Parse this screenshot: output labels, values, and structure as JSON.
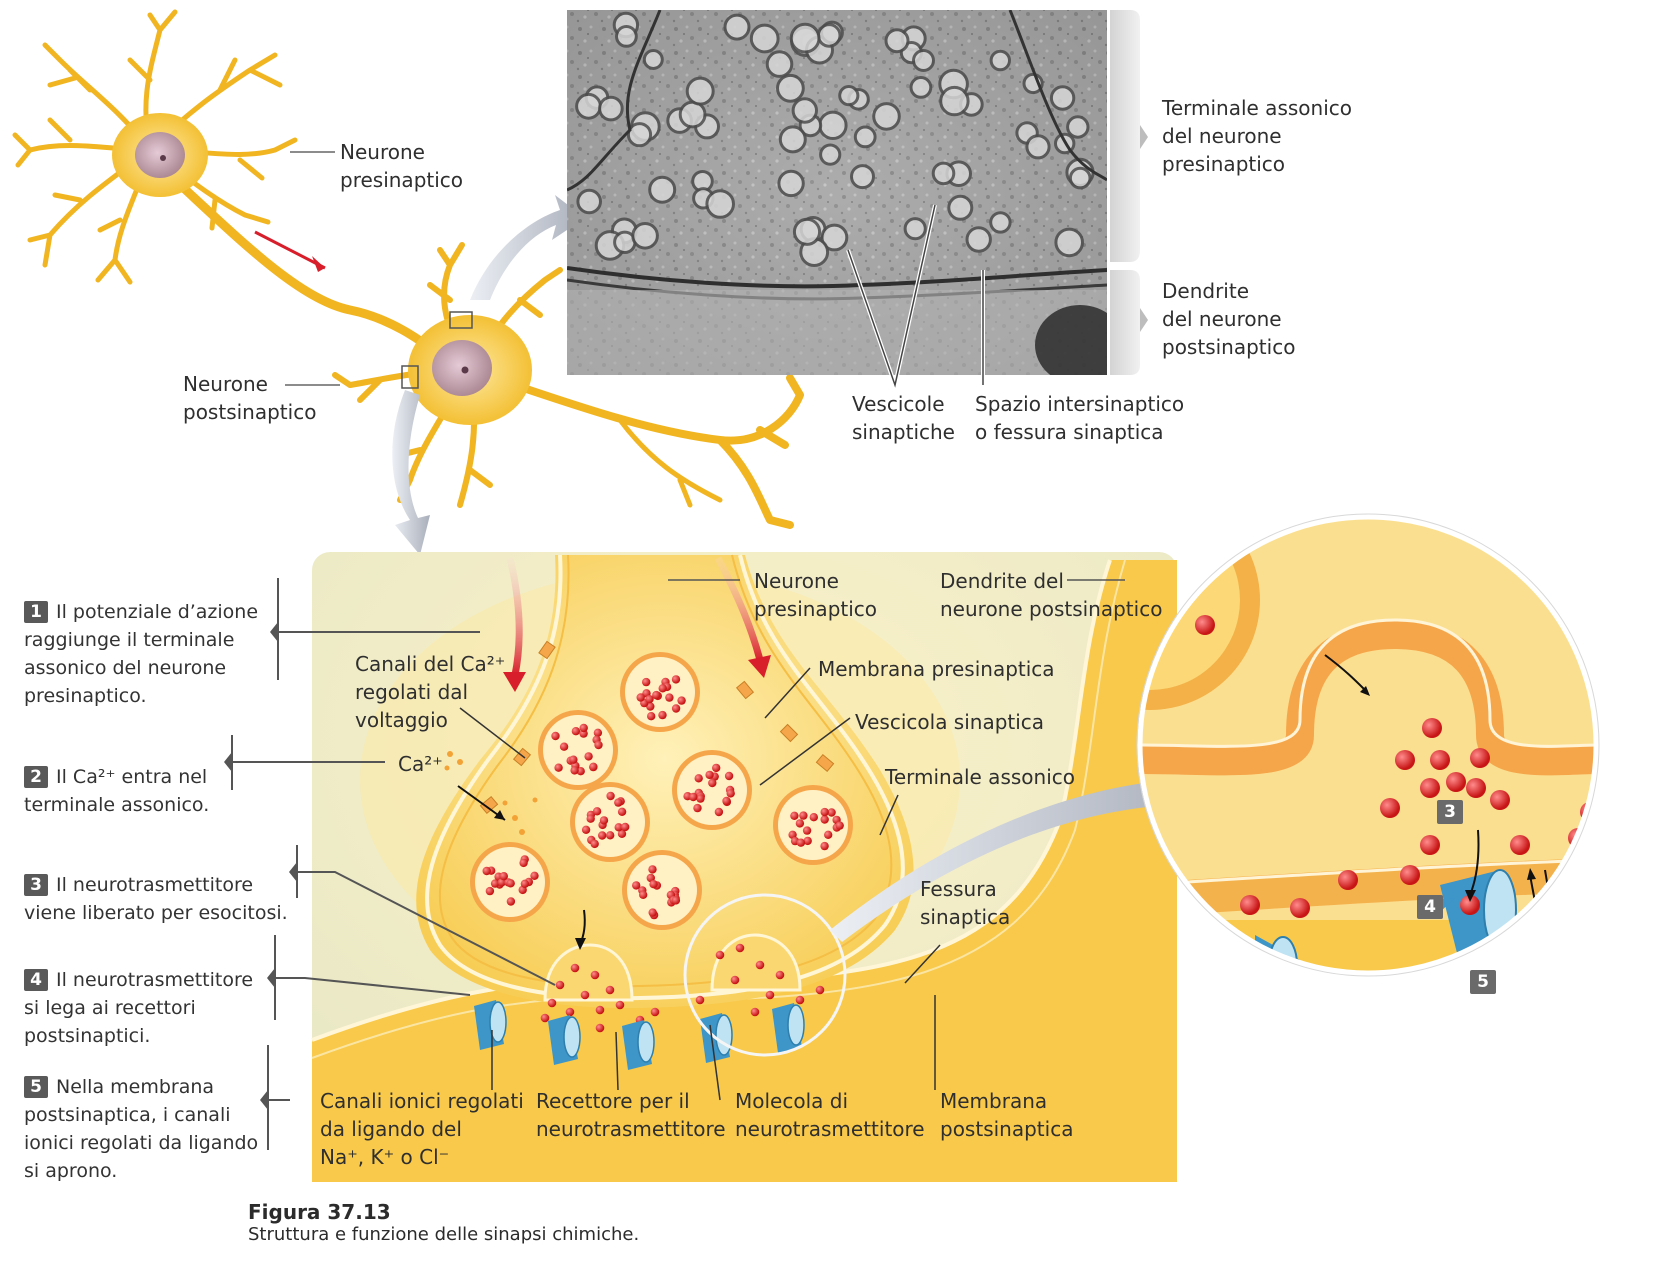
{
  "labels": {
    "presynaptic_neuron": "Neurone\npresinaptico",
    "postsynaptic_neuron": "Neurone\npostsinaptico",
    "micro_axon_terminal": "Terminale assonico\ndel neurone\npresinaptico",
    "micro_dendrite": "Dendrite\ndel neurone\npostsinaptico",
    "micro_vesicles": "Vescicole\nsinaptiche",
    "micro_cleft": "Spazio intersinaptico\no fessura sinaptica",
    "d_presynaptic_neuron": "Neurone\npresinaptico",
    "d_dendrite": "Dendrite del\nneurone postsinaptico",
    "ca_channels": "Canali del Ca²⁺\nregolati dal\nvoltaggio",
    "ca_ion": "Ca²⁺",
    "presynaptic_membrane": "Membrana presinaptica",
    "synaptic_vesicle": "Vescicola sinaptica",
    "axon_terminal": "Terminale assonico",
    "synaptic_cleft": "Fessura\nsinaptica",
    "ligand_channels": "Canali ionici regolati\nda ligando del\nNa⁺, K⁺ o Cl⁻",
    "receptor": "Recettore per il\nneurotrasmettitore",
    "nt_molecule": "Molecola di\nneurotrasmettitore",
    "postsynaptic_membrane": "Membrana\npostsinaptica"
  },
  "steps": [
    {
      "num": "1",
      "text": "Il potenziale d’azione\nraggiunge il terminale\nassonico del neurone\npresinaptico."
    },
    {
      "num": "2",
      "text": "Il Ca²⁺ entra nel\nterminale assonico."
    },
    {
      "num": "3",
      "text": "Il neurotrasmettitore\nviene liberato per esocitosi."
    },
    {
      "num": "4",
      "text": "Il neurotrasmettitore\nsi lega ai recettori\npostsinaptici."
    },
    {
      "num": "5",
      "text": "Nella membrana\npostsinaptica, i canali\nionici regolati da ligando\nsi aprono."
    }
  ],
  "inset_numbers": [
    "3",
    "4",
    "5"
  ],
  "figure": {
    "title": "Figura 37.13",
    "caption": "Struttura e funzione delle sinapsi chimiche."
  },
  "colors": {
    "neuron": "#f5c533",
    "panel": "#e9e8c8",
    "terminal": "#fbd968",
    "vesicle": "#f6a64a",
    "dot": "#d62020",
    "channel": "#3d95c8",
    "arrow_red": "#d81e2a"
  }
}
